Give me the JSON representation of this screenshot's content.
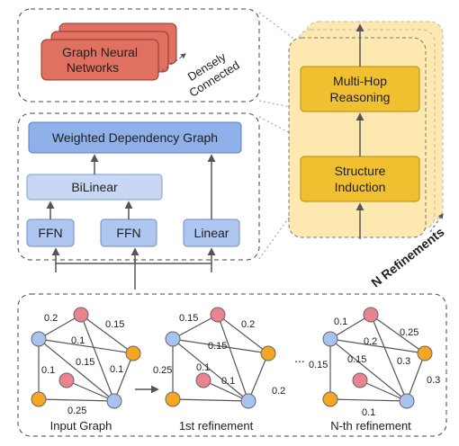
{
  "colors": {
    "gnn_fill": "#e07060",
    "blue_box": "#aec6f0",
    "blue_box_dark": "#8fb0e8",
    "yellow_box": "#f0c030",
    "yellow_bg": "#fde8b0",
    "node_red": "#e8838f",
    "node_blue": "#a9c3f0",
    "node_orange": "#f5a623"
  },
  "top_panel": {
    "gnn_label_line1": "Graph Neural",
    "gnn_label_line2": "Networks",
    "densely_line1": "Densely",
    "densely_line2": "Connected"
  },
  "mid_panel": {
    "weighted_label": "Weighted Dependency Graph",
    "bilinear_label": "BiLinear",
    "ffn1_label": "FFN",
    "ffn2_label": "FFN",
    "linear_label": "Linear"
  },
  "right_panel": {
    "multihop_line1": "Multi-Hop",
    "multihop_line2": "Reasoning",
    "structure_line1": "Structure",
    "structure_line2": "Induction",
    "refinements_label": "N Refinements"
  },
  "bottom_panel": {
    "ellipsis": "...",
    "graphs": [
      {
        "caption": "Input Graph",
        "edge_labels": [
          "0.2",
          "0.15",
          "0.1",
          "0.15",
          "0.1",
          "0.1",
          "0.25"
        ]
      },
      {
        "caption": "1st refinement",
        "edge_labels": [
          "0.15",
          "0.2",
          "0.15",
          "0.25",
          "0.1",
          "0.1",
          "0.2"
        ]
      },
      {
        "caption": "N-th refinement",
        "edge_labels": [
          "0.1",
          "0.25",
          "0.2",
          "0.15",
          "0.15",
          "0.3",
          "0.3",
          "0.1"
        ]
      }
    ]
  }
}
